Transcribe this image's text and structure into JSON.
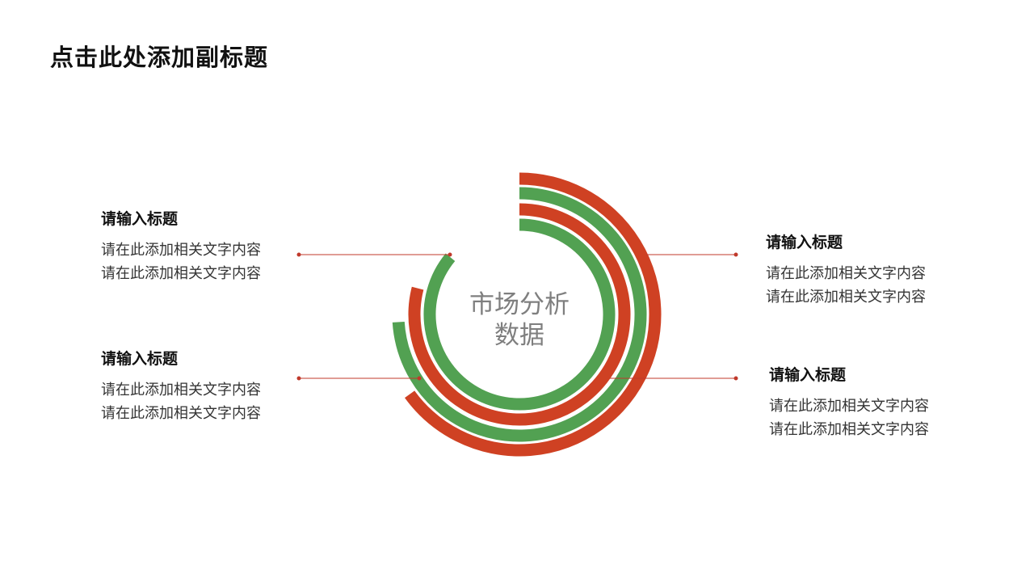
{
  "title": "点击此处添加副标题",
  "center_label": [
    "市场分析",
    "数据"
  ],
  "colors": {
    "red": "#CF4123",
    "green": "#52A152",
    "line": "#C0392B"
  },
  "blocks": [
    {
      "heading": "请输入标题",
      "lines": [
        "请在此添加相关文字内容",
        "请在此添加相关文字内容"
      ]
    },
    {
      "heading": "请输入标题",
      "lines": [
        "请在此添加相关文字内容",
        "请在此添加相关文字内容"
      ]
    },
    {
      "heading": "请输入标题",
      "lines": [
        "请在此添加相关文字内容",
        "请在此添加相关文字内容"
      ]
    },
    {
      "heading": "请输入标题",
      "lines": [
        "请在此添加相关文字内容",
        "请在此添加相关文字内容"
      ]
    }
  ],
  "rings": [
    {
      "color": "red",
      "percent": 65
    },
    {
      "color": "green",
      "percent": 74
    },
    {
      "color": "red",
      "percent": 79
    },
    {
      "color": "green",
      "percent": 86
    }
  ]
}
